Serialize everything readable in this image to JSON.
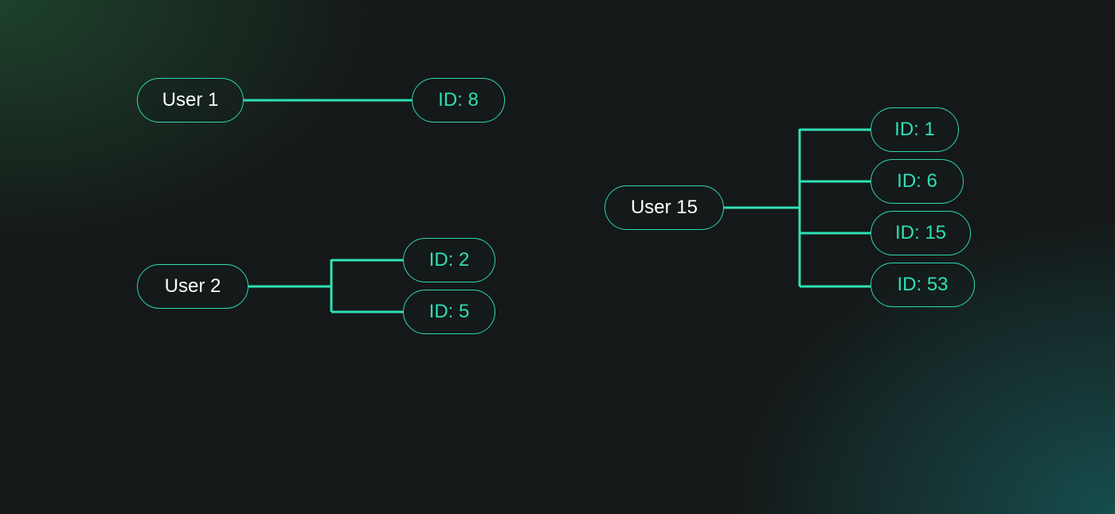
{
  "colors": {
    "accent": "#2de0b5",
    "user_text": "#ffffff"
  },
  "groups": [
    {
      "user": "User 1",
      "ids": [
        "ID: 8"
      ]
    },
    {
      "user": "User 2",
      "ids": [
        "ID: 2",
        "ID: 5"
      ]
    },
    {
      "user": "User 15",
      "ids": [
        "ID: 1",
        "ID: 6",
        "ID: 15",
        "ID: 53"
      ]
    }
  ]
}
